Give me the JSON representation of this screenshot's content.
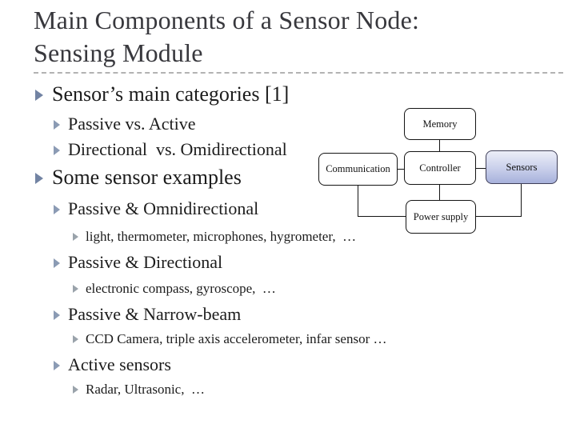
{
  "slide_title": {
    "line1": "Main Components of a Sensor Node:",
    "line2": "Sensing Module"
  },
  "bullets": [
    {
      "level": 1,
      "text": "Sensor’s main categories [1]"
    },
    {
      "level": 2,
      "text": "Passive vs. Active"
    },
    {
      "level": 2,
      "text": "Directional  vs. Omidirectional"
    },
    {
      "level": 1,
      "text": "Some sensor examples"
    },
    {
      "level": 2,
      "text": "Passive & Omnidirectional"
    },
    {
      "level": 3,
      "text": "light, thermometer, microphones, hygrometer,  …"
    },
    {
      "level": 2,
      "text": "Passive & Directional"
    },
    {
      "level": 3,
      "text": "electronic compass, gyroscope,  …"
    },
    {
      "level": 2,
      "text": "Passive & Narrow-beam"
    },
    {
      "level": 3,
      "text": "CCD Camera, triple axis accelerometer, infar sensor …"
    },
    {
      "level": 2,
      "text": "Active sensors"
    },
    {
      "level": 3,
      "text": "Radar, Ultrasonic,  …"
    }
  ],
  "diagram": {
    "boxes": [
      {
        "id": "memory",
        "label": "Memory",
        "highlighted": false
      },
      {
        "id": "communication",
        "label": "Communication",
        "highlighted": false
      },
      {
        "id": "controller",
        "label": "Controller",
        "highlighted": false
      },
      {
        "id": "sensors",
        "label": "Sensors",
        "highlighted": true
      },
      {
        "id": "power-supply",
        "label": "Power supply",
        "highlighted": false
      }
    ],
    "connections": [
      "memory-controller",
      "communication-controller",
      "controller-sensors",
      "controller-power-supply",
      "communication-power-supply",
      "sensors-power-supply"
    ]
  },
  "colors": {
    "title_text": "#38383d",
    "body_text": "#1c1c1c",
    "bullet_l1": "#7283a3",
    "bullet_l2": "#8b9bb4",
    "bullet_l3": "#9aa3ab",
    "separator": "#b3b3b3",
    "sensors_top": "#eceef8",
    "sensors_bottom": "#a7b1db"
  }
}
